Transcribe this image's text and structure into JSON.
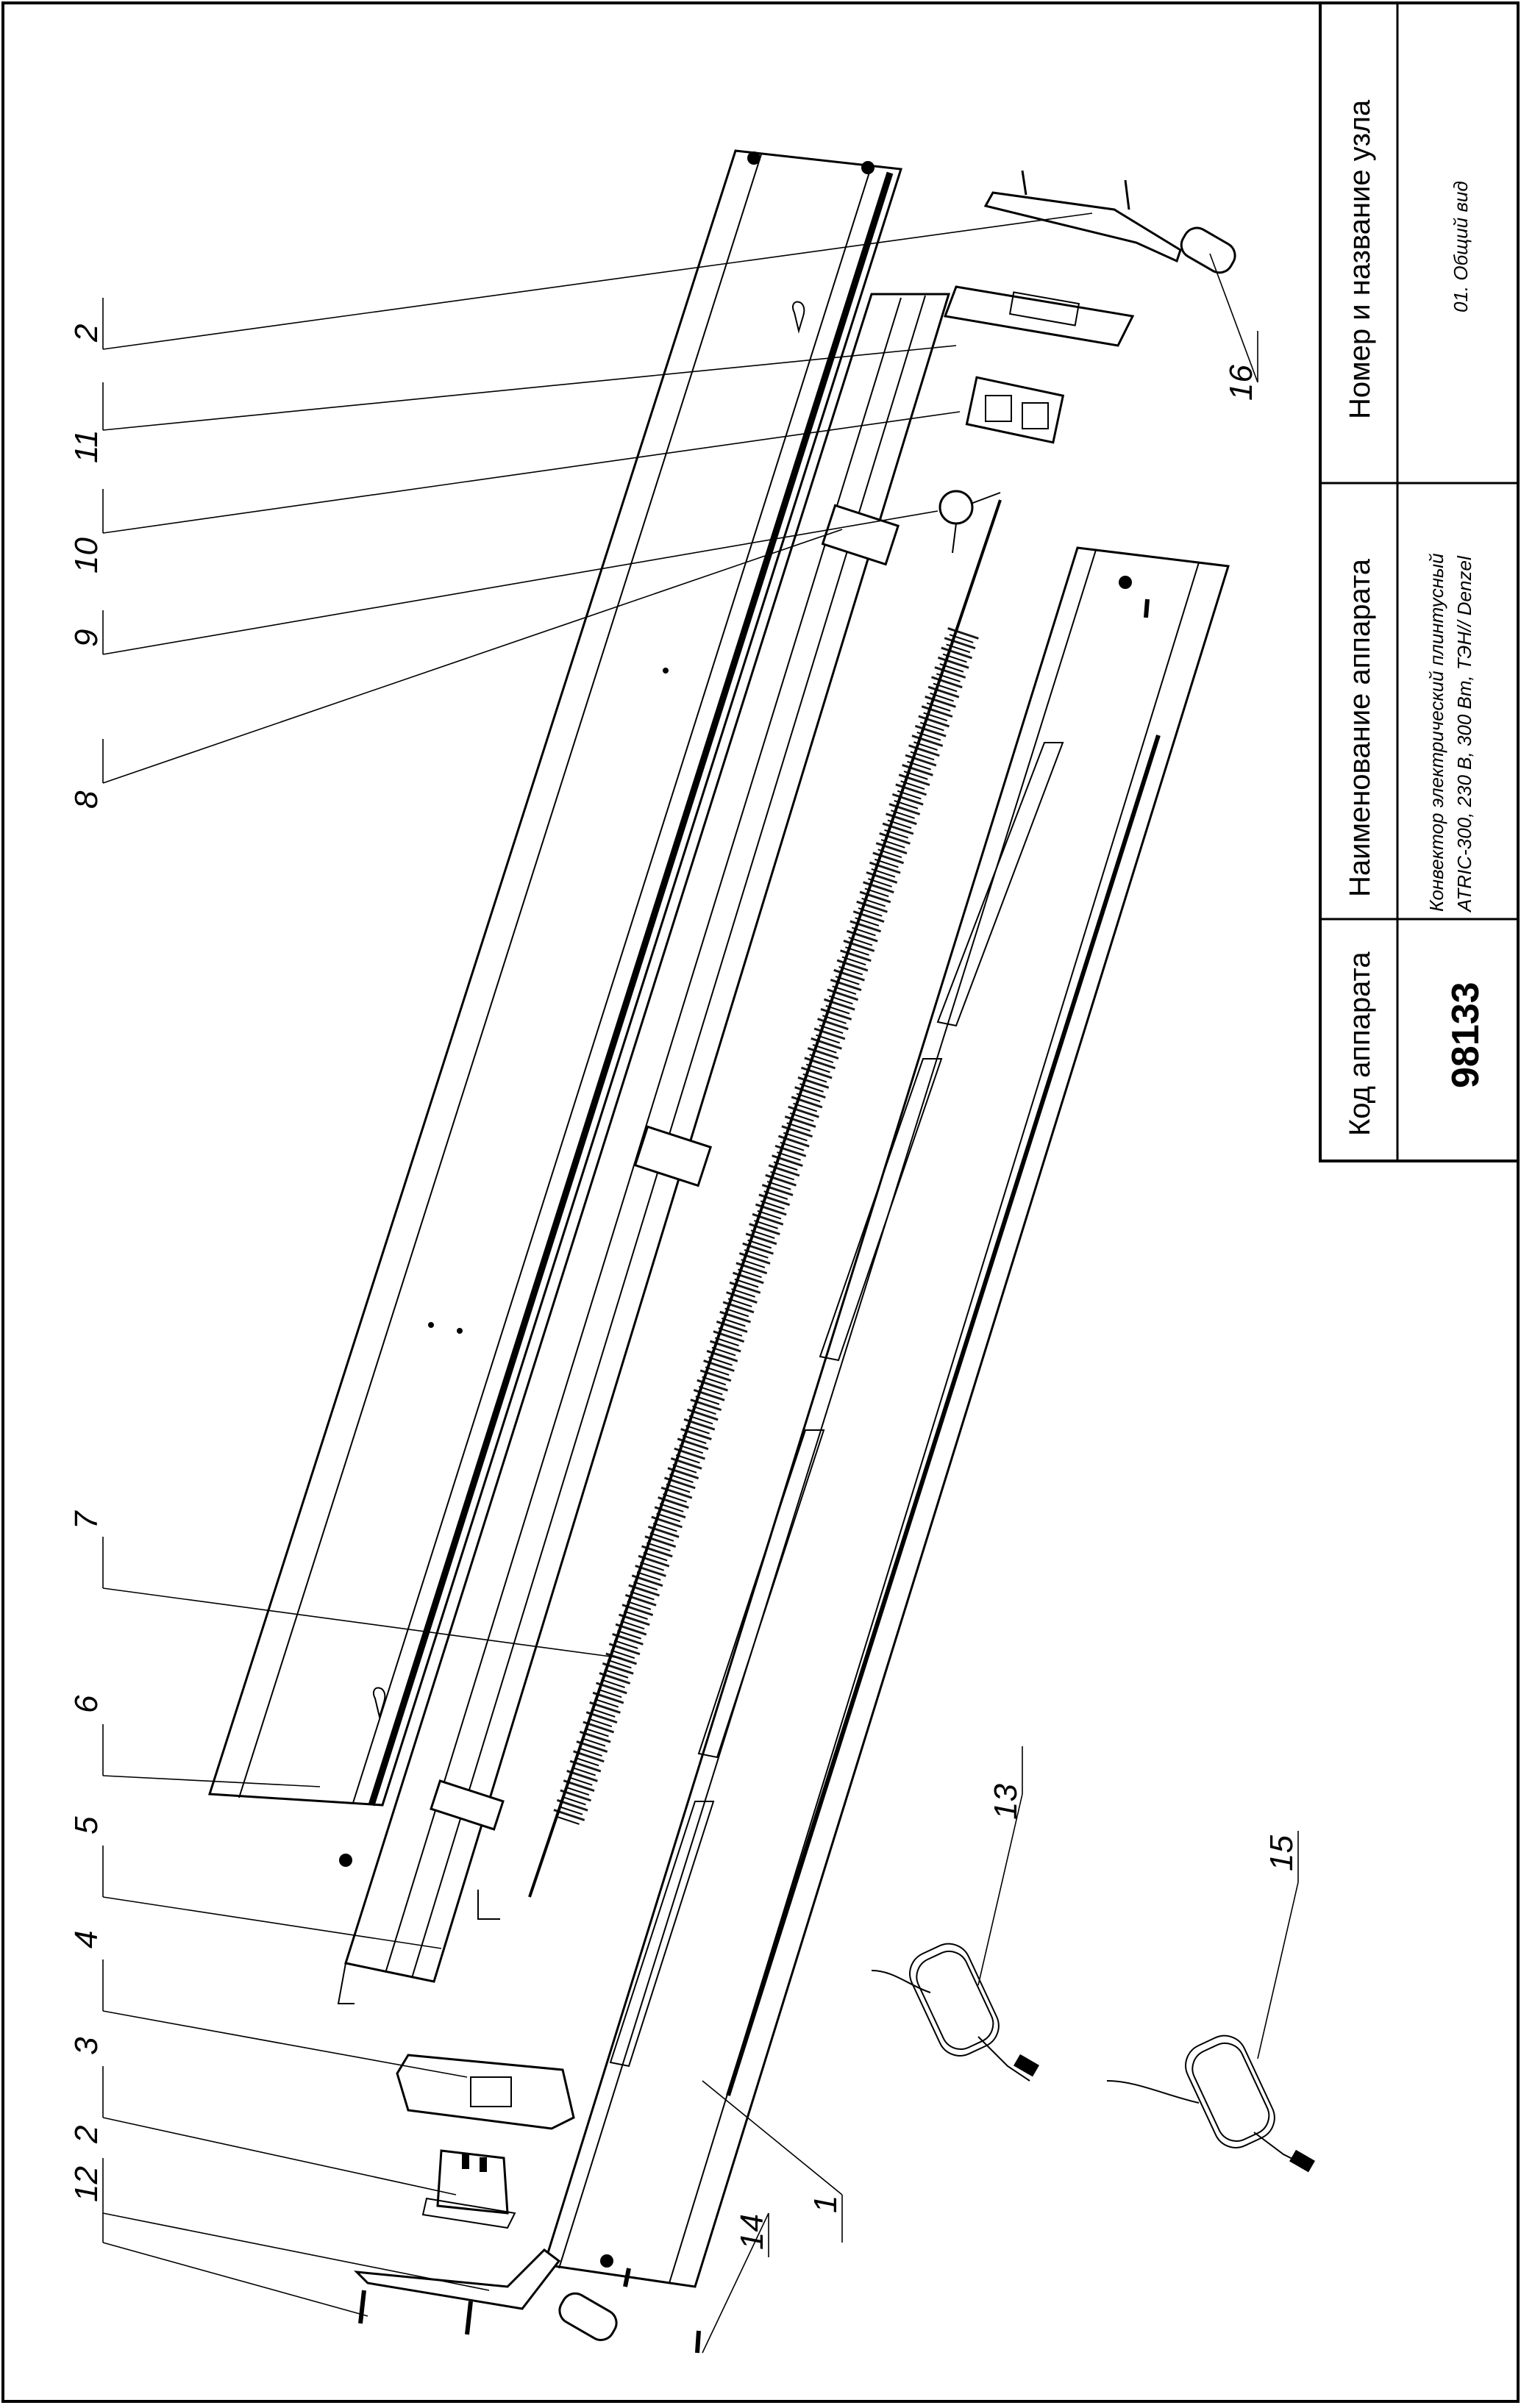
{
  "title_block": {
    "code_header": "Код аппарата",
    "code_value": "98133",
    "name_header": "Наименование аппарата",
    "name_line1": "Конвектор электрический плинтусный",
    "name_line2": "ATRIC-300, 230 В, 300 Вт, ТЭН// Denzel",
    "node_header": "Номер и название узла",
    "node_value": "01. Общий вид"
  },
  "callouts": [
    "1",
    "2",
    "2",
    "3",
    "4",
    "5",
    "6",
    "7",
    "8",
    "9",
    "10",
    "11",
    "12",
    "13",
    "14",
    "15",
    "16"
  ]
}
